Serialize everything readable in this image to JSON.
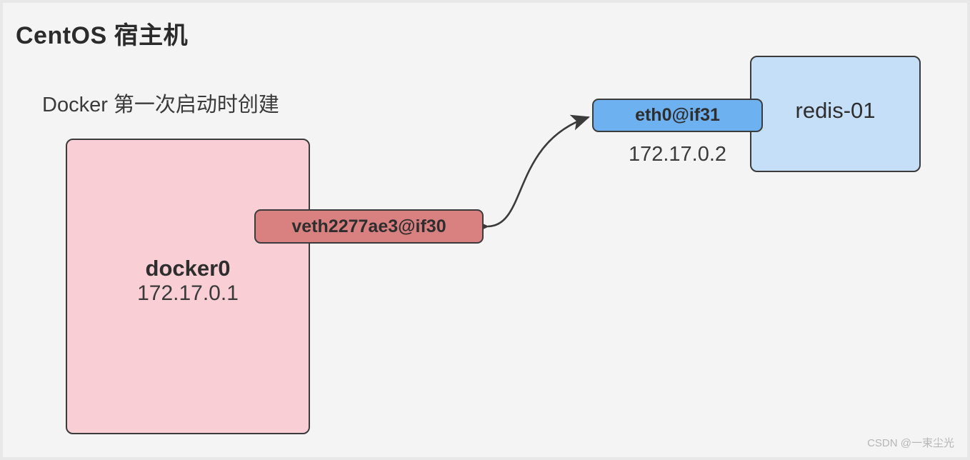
{
  "diagram": {
    "host_title": "CentOS 宿主机",
    "docker_note": "Docker 第一次启动时创建",
    "bridge": {
      "name": "docker0",
      "ip": "172.17.0.1",
      "fill_color": "#f9ced4"
    },
    "veth": {
      "label": "veth2277ae3@if30",
      "fill_color": "#d98080"
    },
    "eth0": {
      "label": "eth0@if31",
      "ip": "172.17.0.2",
      "fill_color": "#6eb1f0"
    },
    "container": {
      "name": "redis-01",
      "fill_color": "#c5dff8"
    },
    "connector": {
      "name": "veth-pair-link",
      "style": "double-headed-curve",
      "stroke_color": "#3b3b3b"
    },
    "canvas": {
      "background_color": "#f4f4f4",
      "border_color": "#3b3b3b"
    }
  },
  "watermark": {
    "text": "CSDN @一束尘光"
  }
}
